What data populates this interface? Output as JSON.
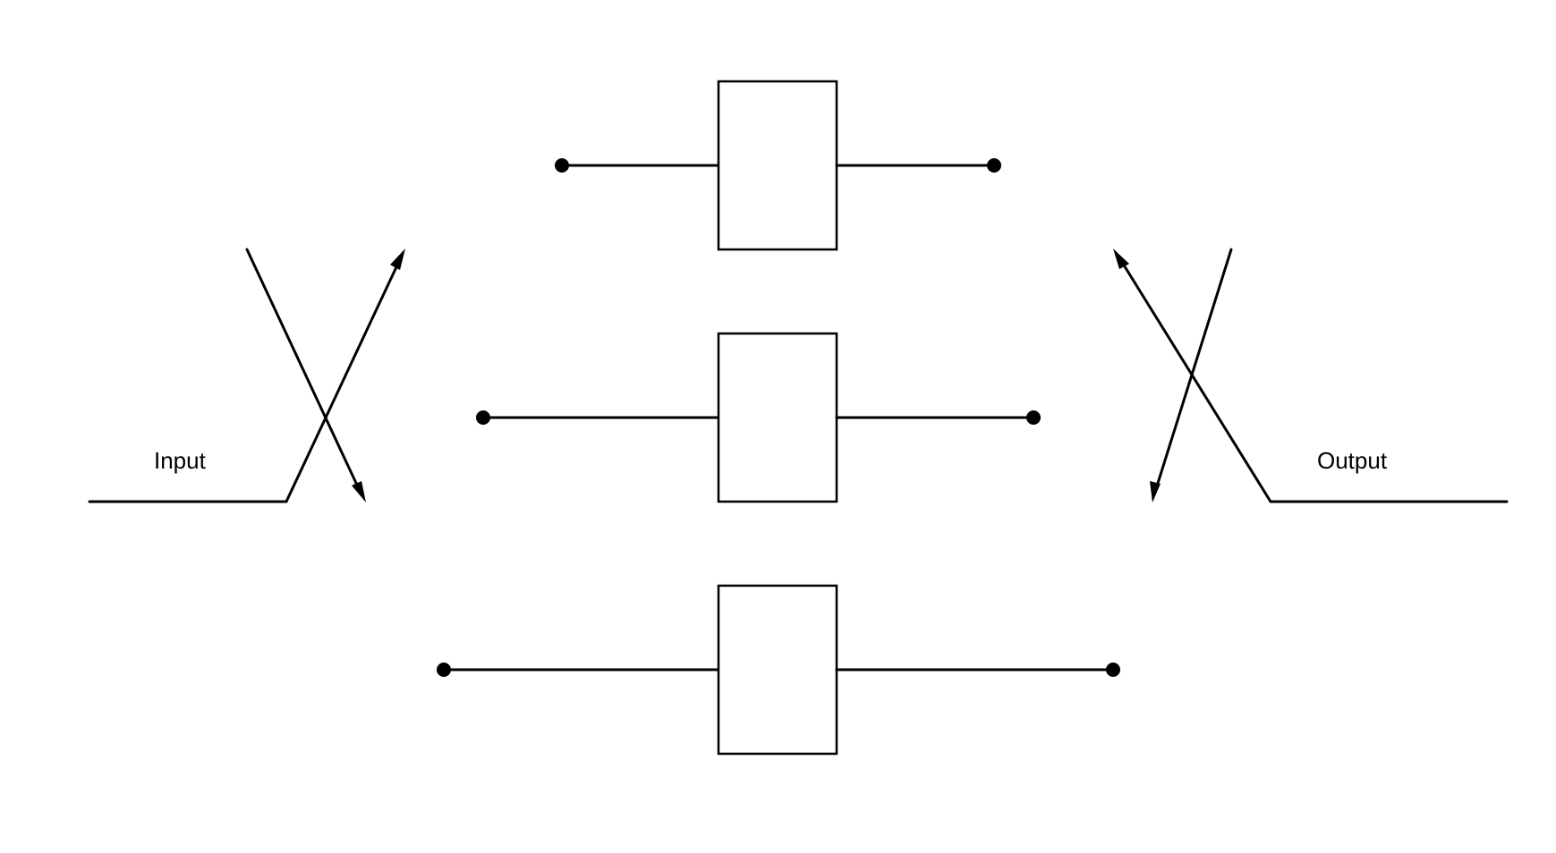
{
  "labels": {
    "input": "Input",
    "output": "Output"
  },
  "colors": {
    "stroke": "#000000",
    "background": "#ffffff"
  },
  "elements": {
    "switches": [
      "input-switch",
      "output-switch"
    ],
    "branches": [
      "top-branch",
      "middle-branch",
      "bottom-branch"
    ]
  }
}
